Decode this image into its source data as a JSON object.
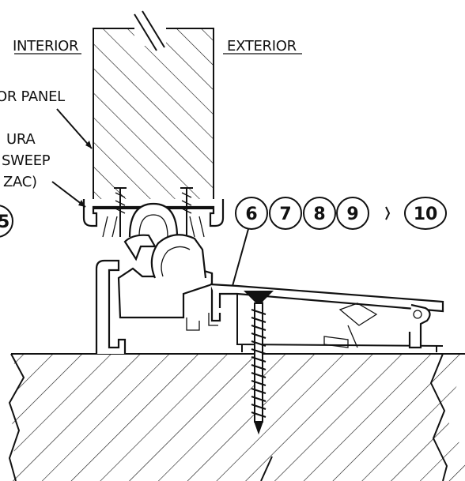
{
  "labels": {
    "interior": "INTERIOR",
    "exterior": "EXTERIOR",
    "door_panel": "OR PANEL",
    "sweep_line1": "URA",
    "sweep_line2": "SWEEP",
    "sweep_line3": "ZAC)",
    "partial_callout": "5"
  },
  "callouts": [
    "6",
    "7",
    "8",
    "9",
    "10"
  ]
}
